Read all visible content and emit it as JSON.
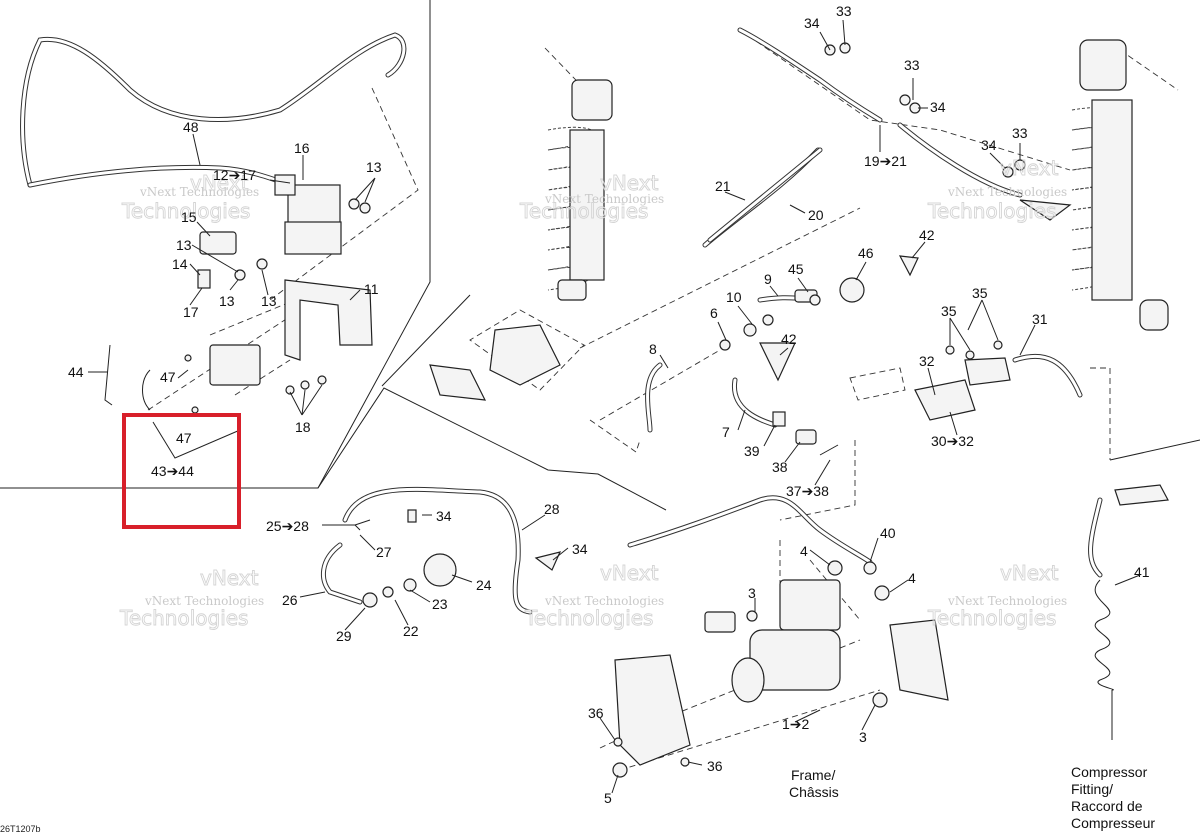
{
  "labels": {
    "l48": "48",
    "l16": "16",
    "l12_17": "12➔17",
    "l13a": "13",
    "l15": "15",
    "l13b": "13",
    "l14": "14",
    "l13c": "13",
    "l13d": "13",
    "l17": "17",
    "l11": "11",
    "l44": "44",
    "l47a": "47",
    "l18": "18",
    "l47b": "47",
    "l43_44": "43➔44",
    "l34a": "34",
    "l33a": "33",
    "l33b": "33",
    "l34b": "34",
    "l34c": "34",
    "l33c": "33",
    "l19_21": "19➔21",
    "l21": "21",
    "l20": "20",
    "l46": "46",
    "l42a": "42",
    "l45": "45",
    "l9": "9",
    "l10": "10",
    "l6": "6",
    "l42b": "42",
    "l8": "8",
    "l7": "7",
    "l39": "39",
    "l38": "38",
    "l37_38": "37➔38",
    "l35a": "35",
    "l35b": "35",
    "l31": "31",
    "l32": "32",
    "l30_32": "30➔32",
    "l25_28": "25➔28",
    "l34d": "34",
    "l28": "28",
    "l27": "27",
    "l34e": "34",
    "l40": "40",
    "l4a": "4",
    "l24": "24",
    "l23": "23",
    "l22": "22",
    "l26": "26",
    "l29": "29",
    "l3a": "3",
    "l4b": "4",
    "l41": "41",
    "l1_2": "1➔2",
    "l36a": "36",
    "l3b": "3",
    "l36b": "36",
    "l5": "5",
    "frame": "Frame/",
    "chassis": "Châssis",
    "compressor_1": "Compressor",
    "compressor_2": "Fitting/",
    "compressor_3": "Raccord de",
    "compressor_4": "Compresseur",
    "drawing_code": "26T1207b"
  },
  "watermark": {
    "line1": "vNext Technologies",
    "line2": "vNext",
    "line3": "Technologies"
  },
  "highlight_color": "#d81f2a"
}
